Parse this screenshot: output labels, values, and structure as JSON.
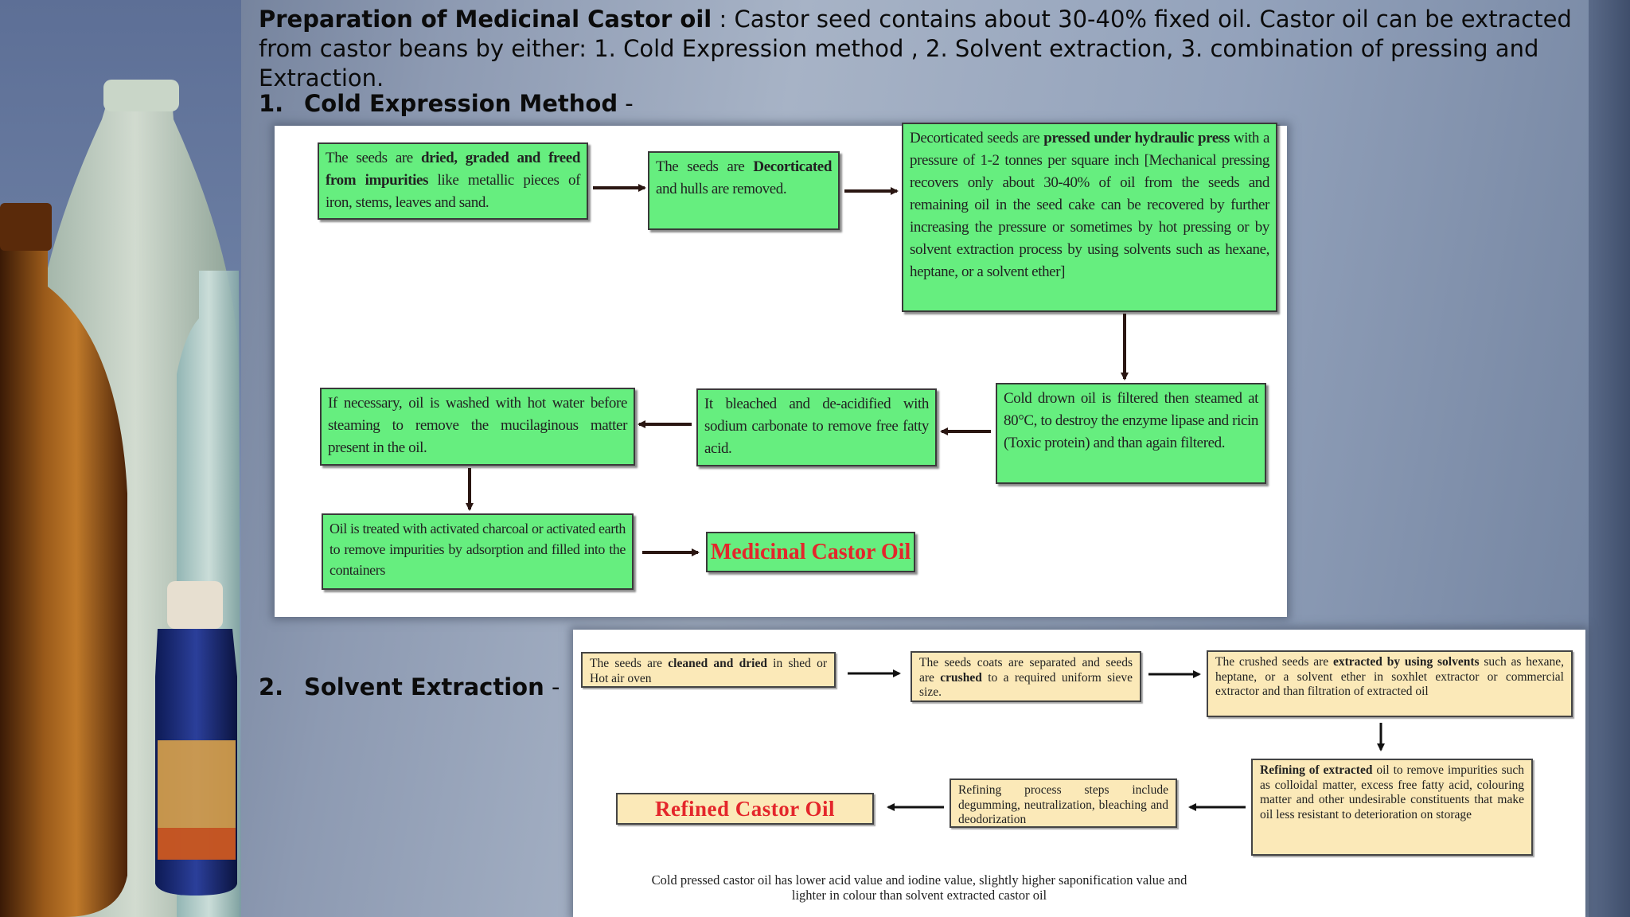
{
  "intro": {
    "title": "Preparation of Medicinal Castor oil",
    "separator": " : ",
    "body": "Castor seed contains about 30-40% fixed oil. Castor oil can be extracted from castor beans by either: 1. Cold Expression method , 2. Solvent extraction, 3. combination of pressing and Extraction."
  },
  "section1": {
    "number": "1.",
    "title": "Cold Expression Method",
    "suffix": " -",
    "steps": [
      {
        "pre": "The seeds are ",
        "bold": "dried, graded and freed from impurities",
        "post": " like metallic pieces of iron, stems, leaves and sand."
      },
      {
        "pre": "The seeds are ",
        "bold": "Decorticated",
        "post": " and hulls are removed."
      },
      {
        "pre": "Decorticated seeds are ",
        "bold": "pressed under hydraulic press",
        "post": " with a pressure of 1-2 tonnes per square inch [Mechanical pressing recovers only about 30-40% of oil from the seeds and remaining oil in the seed cake can be recovered by further increasing the pressure or sometimes by hot pressing or by solvent extraction process by using solvents such as hexane, heptane, or a solvent ether]"
      },
      {
        "pre": "Cold drown oil is filtered then steamed at 80°C, to destroy the enzyme lipase and ricin (Toxic protein) and than again filtered.",
        "bold": "",
        "post": ""
      },
      {
        "pre": "It bleached and de-acidified with sodium carbonate to remove free fatty acid.",
        "bold": "",
        "post": ""
      },
      {
        "pre": "If necessary, oil is washed with hot water before steaming to remove the mucilaginous matter present in the oil.",
        "bold": "",
        "post": ""
      },
      {
        "pre": "Oil is treated with activated charcoal or activated earth to remove impurities by adsorption and filled into the containers",
        "bold": "",
        "post": ""
      }
    ],
    "final": "Medicinal Castor Oil"
  },
  "section2": {
    "number": "2.",
    "title": "Solvent Extraction",
    "suffix": " -",
    "steps": [
      {
        "pre": "The seeds are ",
        "bold": "cleaned and dried",
        "post": " in shed or Hot air oven"
      },
      {
        "pre": "The seeds coats are separated and seeds are ",
        "bold": "crushed",
        "post": " to a required uniform sieve size."
      },
      {
        "pre": "The crushed seeds are ",
        "bold": "extracted by using solvents",
        "post": " such as hexane, heptane, or a solvent ether in soxhlet extractor or commercial extractor and than filtration of extracted oil"
      },
      {
        "pre": "",
        "bold": "Refining of extracted",
        "post": " oil to remove impurities such as colloidal matter, excess free fatty acid, colouring matter and other undesirable constituents that make oil less resistant to deterioration on storage"
      },
      {
        "pre": "Refining process steps include degumming, neutralization, bleaching and deodorization",
        "bold": "",
        "post": ""
      }
    ],
    "final": "Refined Castor Oil",
    "note": "Cold pressed castor oil has lower acid value and iodine value, slightly higher saponification value and lighter in colour than solvent extracted castor oil"
  },
  "colors": {
    "green_box": "#66ee7f",
    "yellow_box": "#fbe9b8",
    "final_text": "#e4262b"
  },
  "decor": {
    "left_image": "medicine-bottles-photo"
  }
}
